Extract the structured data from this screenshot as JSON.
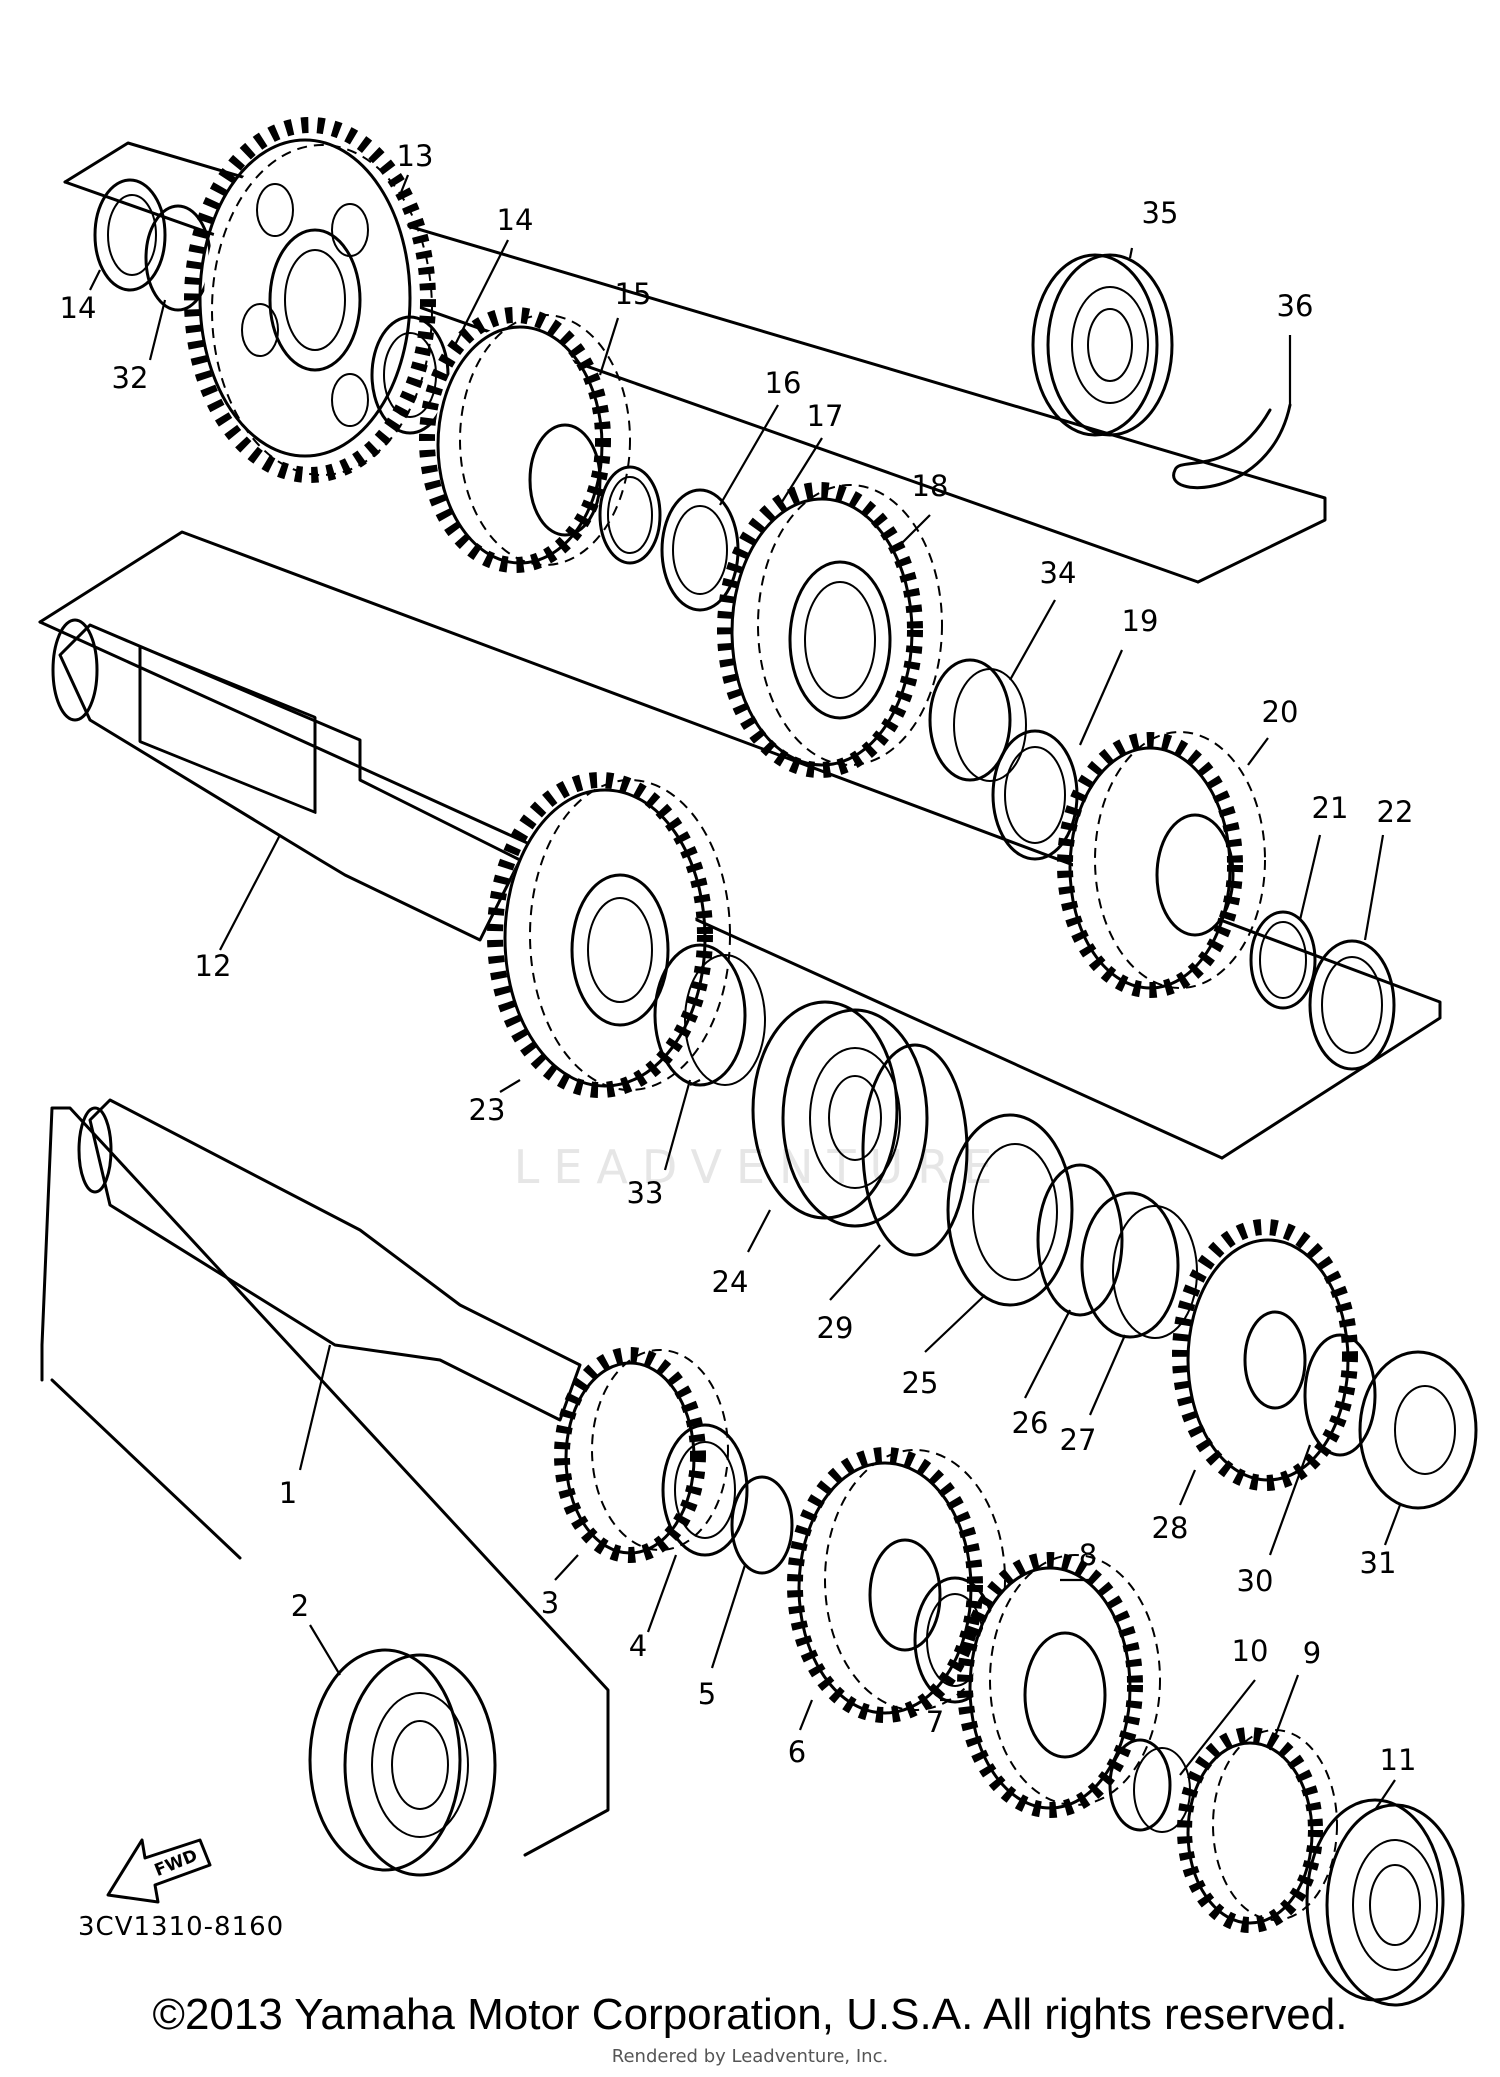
{
  "callouts": [
    "1",
    "2",
    "3",
    "4",
    "5",
    "6",
    "7",
    "8",
    "9",
    "10",
    "11",
    "12",
    "13",
    "14",
    "14",
    "15",
    "16",
    "17",
    "18",
    "19",
    "20",
    "21",
    "22",
    "23",
    "24",
    "25",
    "26",
    "27",
    "28",
    "29",
    "30",
    "31",
    "32",
    "33",
    "34",
    "35",
    "36"
  ],
  "fwd_label": "FWD",
  "part_code": "3CV1310-8160",
  "copyright": "©2013 Yamaha Motor Corporation, U.S.A. All rights reserved.",
  "rendered_by": "Rendered by Leadventure, Inc.",
  "watermark": "LEADVENTURE"
}
